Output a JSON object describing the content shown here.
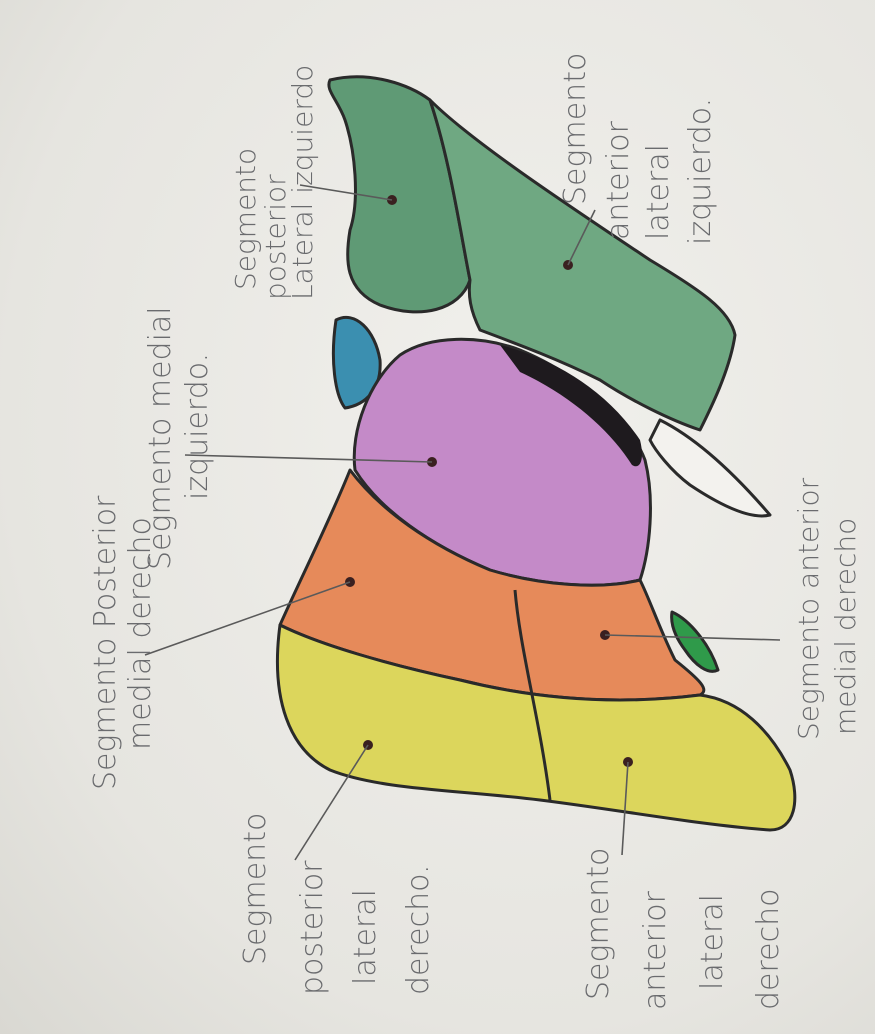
{
  "labels": {
    "posterior_medial_right_1": "Segmento Posterior",
    "posterior_medial_right_2": "medial derecho",
    "medial_left_1": "Segmento medial",
    "medial_left_2": "izquierdo.",
    "posterior_lateral_left_1": "Segmento",
    "posterior_lateral_left_2": "posterior",
    "posterior_lateral_left_3": "Lateral izquierdo",
    "anterior_lateral_left_1": "Segmento",
    "anterior_lateral_left_2": "anterior",
    "anterior_lateral_left_3": "lateral",
    "anterior_lateral_left_4": "izquierdo.",
    "anterior_medial_right_1": "Segmento anterior",
    "anterior_medial_right_2": "medial derecho",
    "posterior_lateral_right_1": "Segmento",
    "posterior_lateral_right_2": "posterior",
    "posterior_lateral_right_3": "lateral",
    "posterior_lateral_right_4": "derecho.",
    "anterior_lateral_right_1": "Segmento",
    "anterior_lateral_right_2": "anterior",
    "anterior_lateral_right_3": "lateral",
    "anterior_lateral_right_4": "derecho"
  },
  "colors": {
    "green_left": "#6fa882",
    "green_dark_left": "#5f9a75",
    "blue_small": "#3b8fb0",
    "purple_medial": "#c48ac8",
    "orange_right": "#e68a5a",
    "yellow_right": "#dcd65c",
    "green_small": "#2f9a4a"
  }
}
